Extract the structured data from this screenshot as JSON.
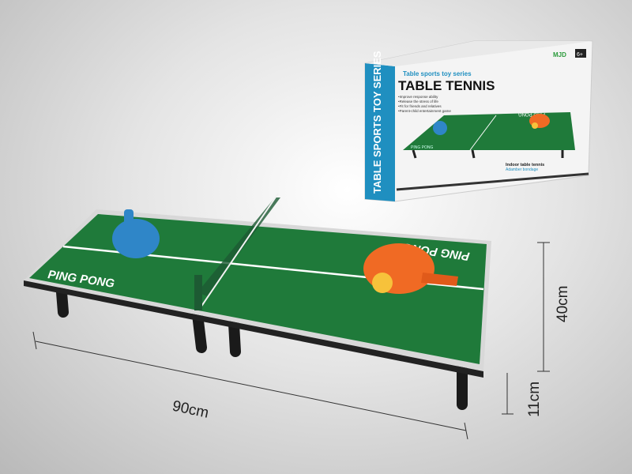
{
  "product": {
    "table_text_near": "PING PONG",
    "table_text_far": "PING PONG"
  },
  "dimensions": {
    "length": "90cm",
    "width": "40cm",
    "height": "11cm"
  },
  "box": {
    "brand": "MJD",
    "age": "6+",
    "subtitle": "Table sports toy series",
    "title": "TABLE TENNIS",
    "spine": "TABLE SPORTS TOY SERIES",
    "features": [
      "•Improve response ability",
      "•Release the stress of life",
      "•Fit for friends and relatives",
      "•Parent-child entertainment game"
    ],
    "product_name": "Indoor table tennis",
    "product_note": "Adamber bondage",
    "box_text_near": "PING PONG",
    "box_text_far": "PING PONG"
  },
  "colors": {
    "table": "#1f7a3a",
    "paddle_blue": "#2f86c8",
    "paddle_orange": "#f06a24",
    "ball": "#f7c23b",
    "box_spine": "#1f8fc0"
  }
}
